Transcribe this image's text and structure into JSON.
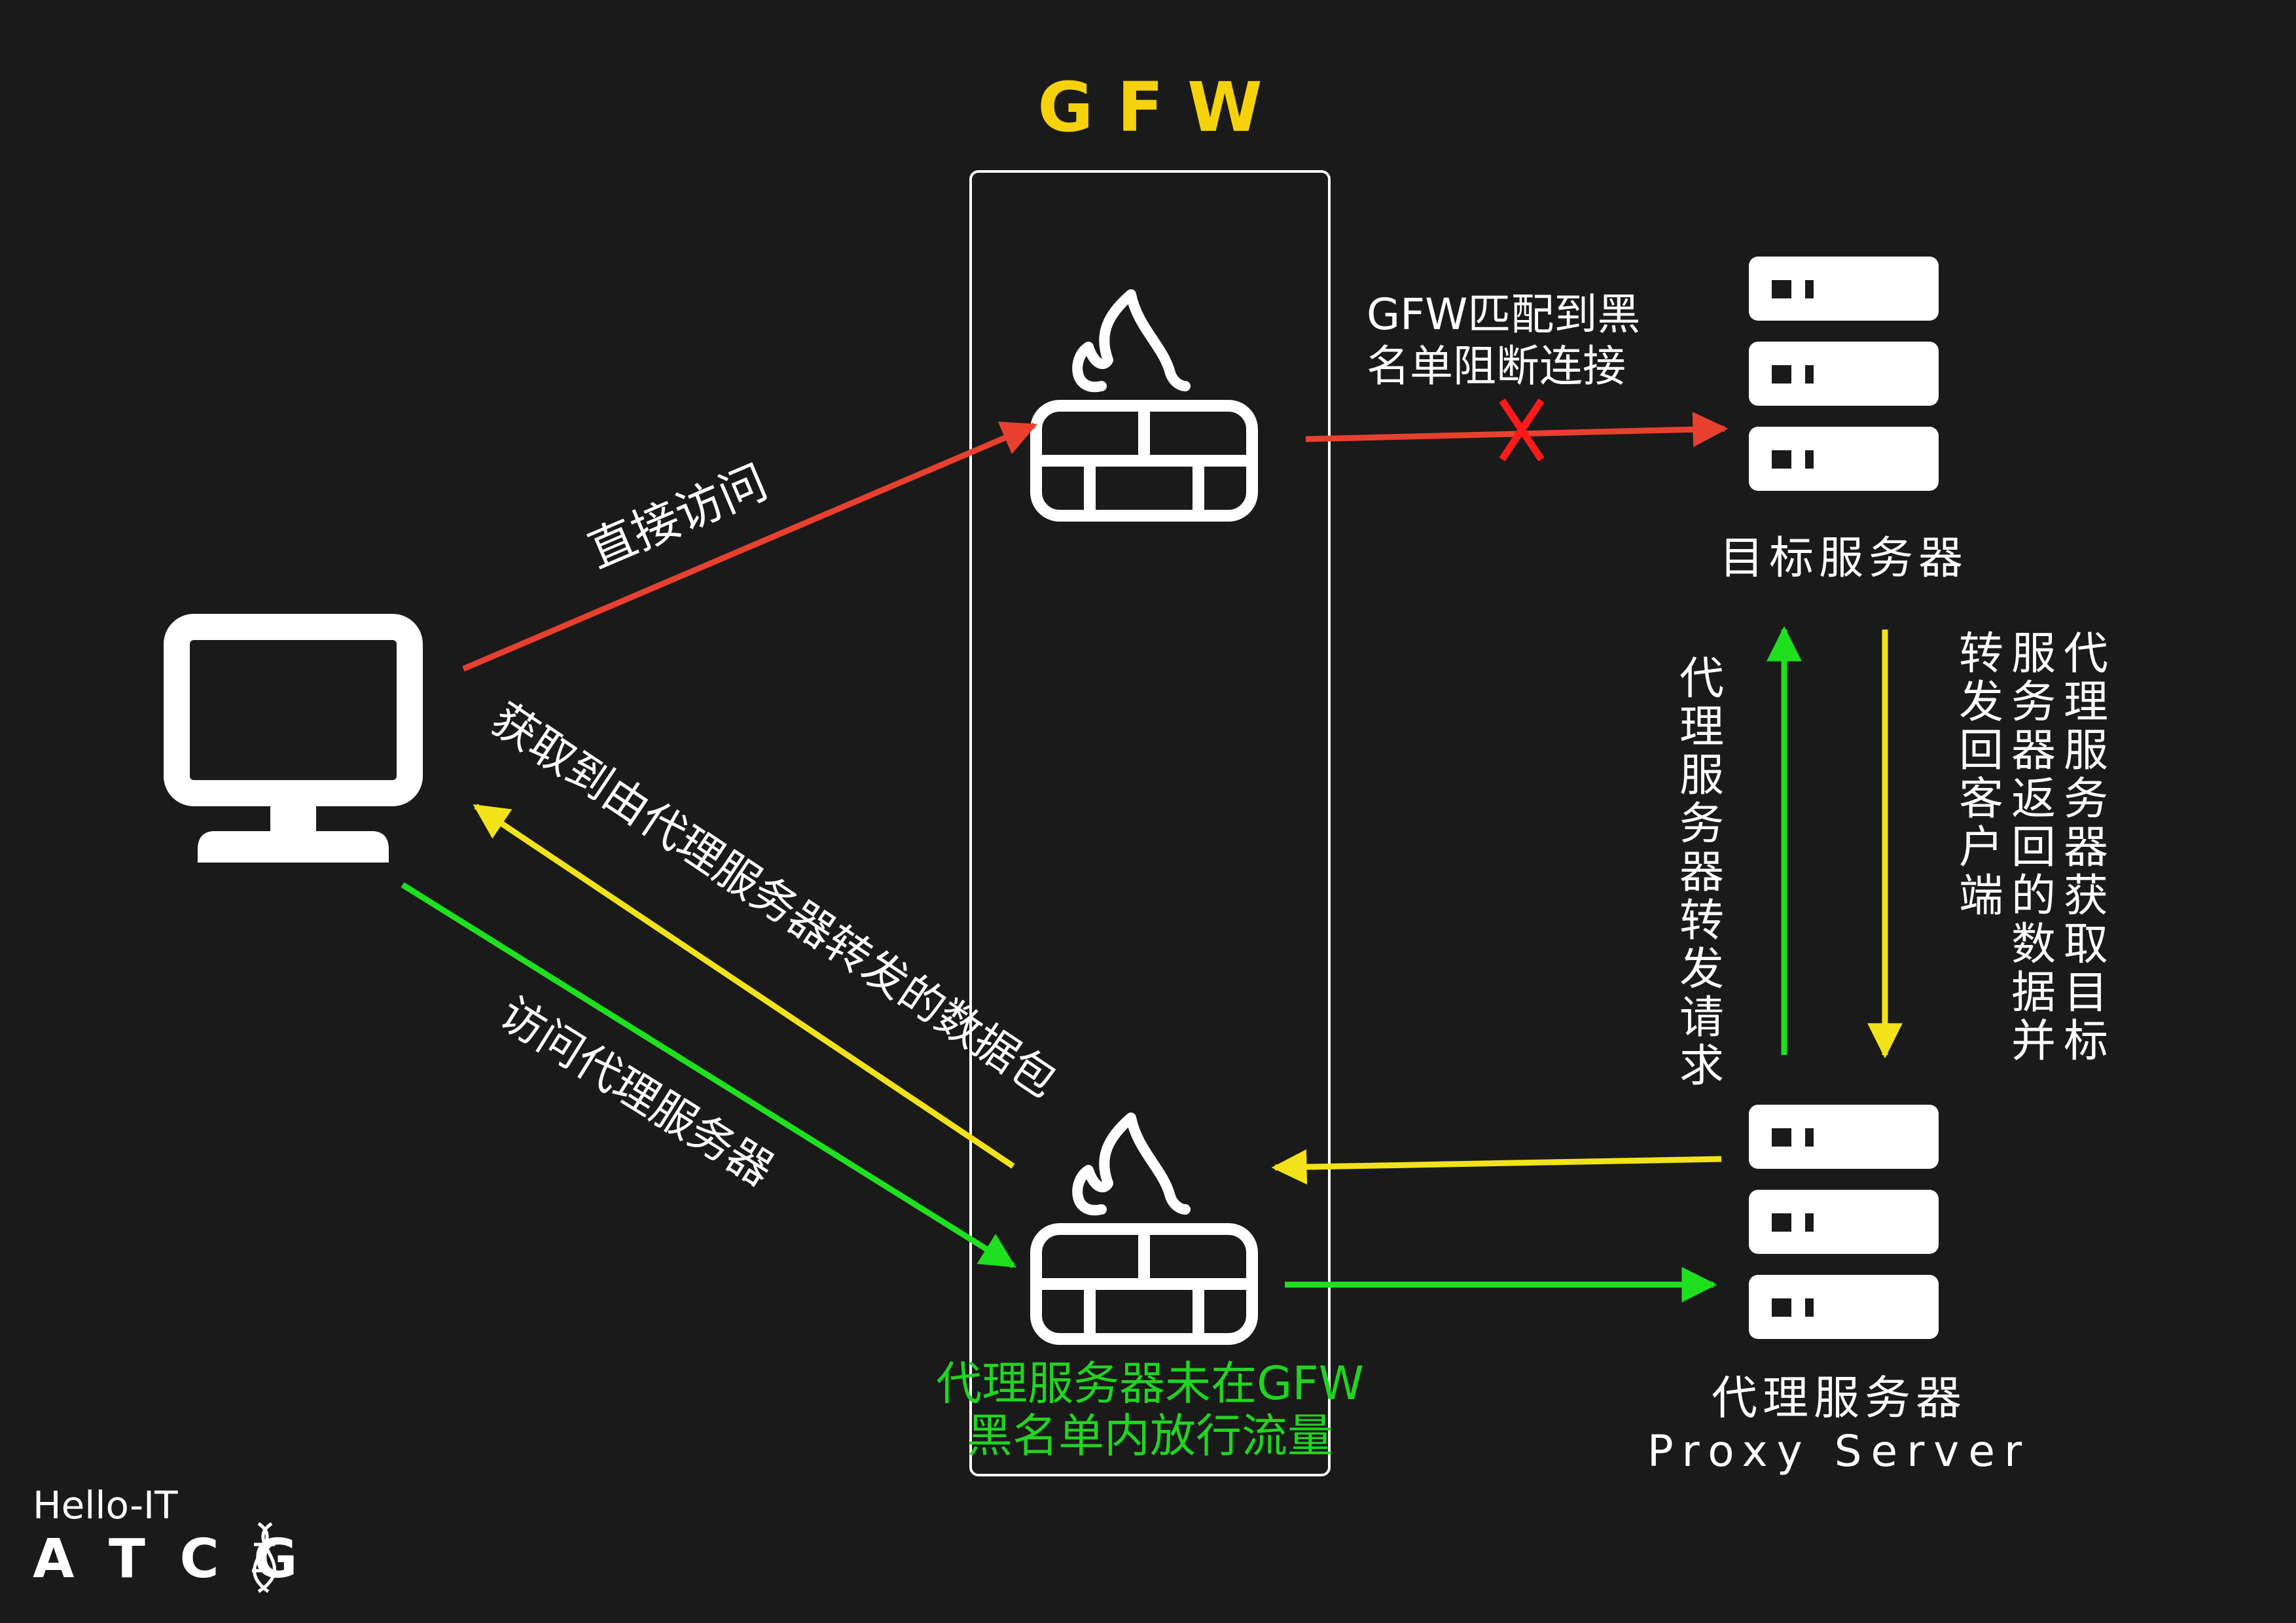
{
  "gfw_title": "G F W",
  "label_direct": "直接访问",
  "label_blocked_line1": "GFW匹配到黑",
  "label_blocked_line2": "名单阻断连接",
  "label_target_server": "目标服务器",
  "label_fetch_data": "获取到由代理服务器转发的数据包",
  "label_visit_proxy": "访问代理服务器",
  "label_proxy_forward": "代理服务器转发请求",
  "label_proxy_return_col1": "代理服务器获取目标",
  "label_proxy_return_col2": "服务器返回的数据并",
  "label_proxy_return_col3": "转发回客户端",
  "label_allow_line1": "代理服务器未在GFW",
  "label_allow_line2": "黑名单内放行流量",
  "label_proxy_server_cn": "代理服务器",
  "label_proxy_server_en": "Proxy Server",
  "logo_text": "Hello-IT",
  "logo_brand": "A T C G",
  "colors": {
    "background": "#1a1a1a",
    "gfw": "#f5d20a",
    "red": "#e8402f",
    "yellow": "#f2e21a",
    "green": "#1fe01f",
    "cross": "#ff1a1a",
    "allow_text": "#21d421"
  },
  "icons": [
    "monitor-icon",
    "firewall-icon",
    "server-icon",
    "dna-icon"
  ]
}
